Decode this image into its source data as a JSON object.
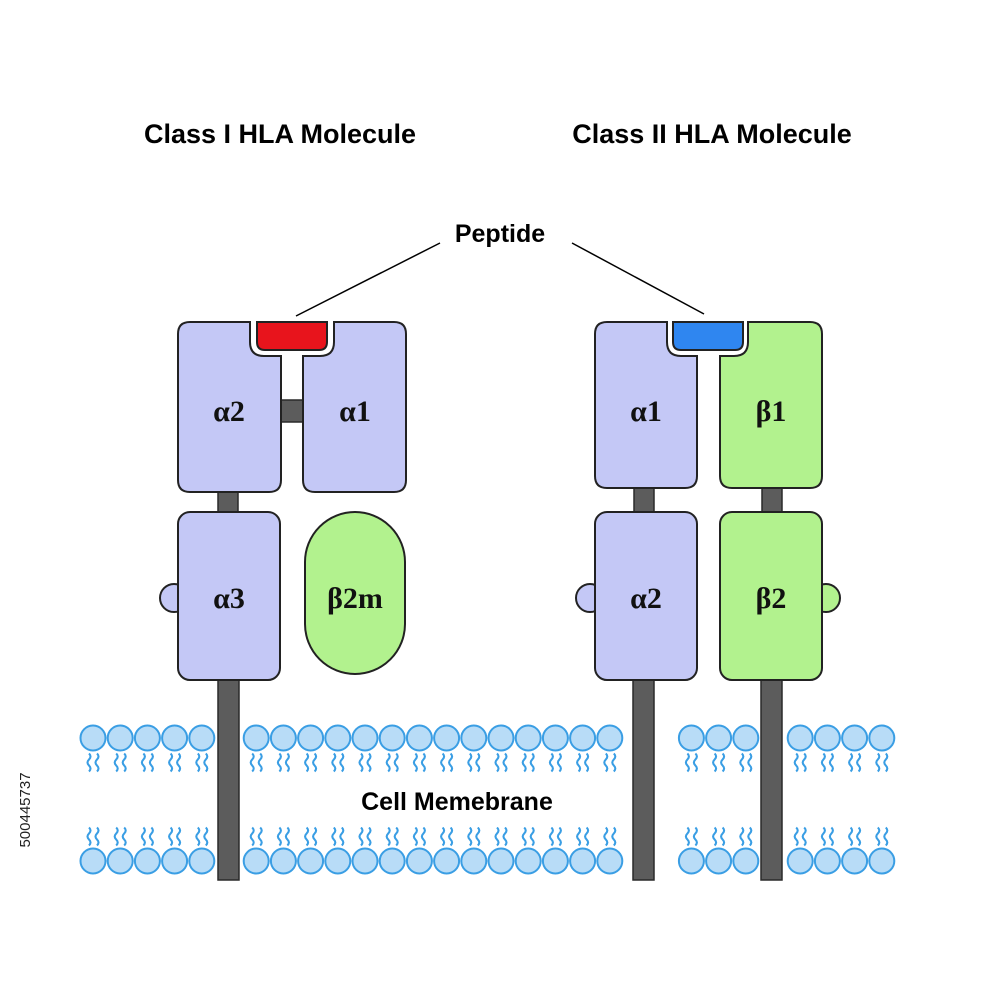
{
  "diagram": {
    "class1_title": "Class I HLA Molecule",
    "class2_title": "Class II HLA Molecule",
    "peptide_label": "Peptide",
    "membrane_label": "Cell Memebrane",
    "class1": {
      "alpha2": "α2",
      "alpha1": "α1",
      "alpha3": "α3",
      "beta2m": "β2m"
    },
    "class2": {
      "alpha1": "α1",
      "beta1": "β1",
      "alpha2": "α2",
      "beta2": "β2"
    },
    "stock_id": "500445737",
    "colors": {
      "alpha_domain": "#c4c8f6",
      "beta_domain": "#b2f28e",
      "peptide_class1": "#e8141c",
      "peptide_class2": "#2f86f0",
      "membrane": "#3a9ee4",
      "stalk": "#5c5c5c"
    }
  }
}
